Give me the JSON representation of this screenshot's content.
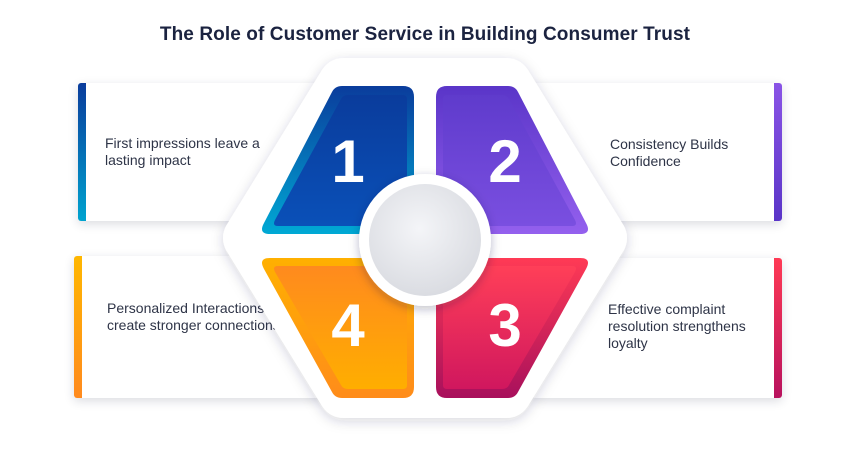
{
  "title": "The Role of Customer Service in Building Consumer Trust",
  "steps": [
    {
      "number": "1",
      "text": "First impressions leave a lasting impact",
      "color_start": "#0a3c9c",
      "color_end": "#0099cc"
    },
    {
      "number": "2",
      "text": "Consistency Builds Confidence",
      "color_start": "#6a3fd6",
      "color_end": "#8a54e6"
    },
    {
      "number": "3",
      "text": "Effective complaint resolution strengthens loyalty",
      "color_start": "#ff3a55",
      "color_end": "#c2135e"
    },
    {
      "number": "4",
      "text": "Personalized Interactions create stronger connections",
      "color_start": "#ff8a1e",
      "color_end": "#ffb700"
    }
  ]
}
